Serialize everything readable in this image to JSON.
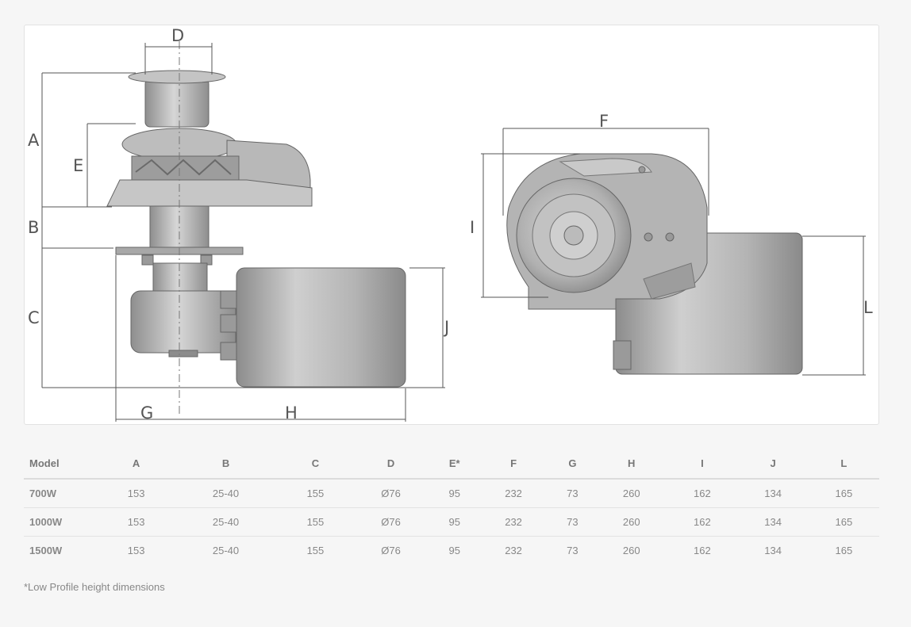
{
  "diagram": {
    "labels": {
      "a": "A",
      "b": "B",
      "c": "C",
      "d": "D",
      "e": "E",
      "f": "F",
      "g": "G",
      "h": "H",
      "i": "I",
      "j": "J",
      "l": "L"
    }
  },
  "table": {
    "headers": [
      "Model",
      "A",
      "B",
      "C",
      "D",
      "E*",
      "F",
      "G",
      "H",
      "I",
      "J",
      "L"
    ],
    "rows": [
      [
        "700W",
        "153",
        "25-40",
        "155",
        "Ø76",
        "95",
        "232",
        "73",
        "260",
        "162",
        "134",
        "165"
      ],
      [
        "1000W",
        "153",
        "25-40",
        "155",
        "Ø76",
        "95",
        "232",
        "73",
        "260",
        "162",
        "134",
        "165"
      ],
      [
        "1500W",
        "153",
        "25-40",
        "155",
        "Ø76",
        "95",
        "232",
        "73",
        "260",
        "162",
        "134",
        "165"
      ]
    ]
  },
  "footnote": "*Low Profile height dimensions",
  "colors": {
    "body_light": "#d2d2d2",
    "body_mid": "#a9a9a9",
    "body_dark": "#7a7a7a",
    "outline": "#5a5a5a"
  }
}
